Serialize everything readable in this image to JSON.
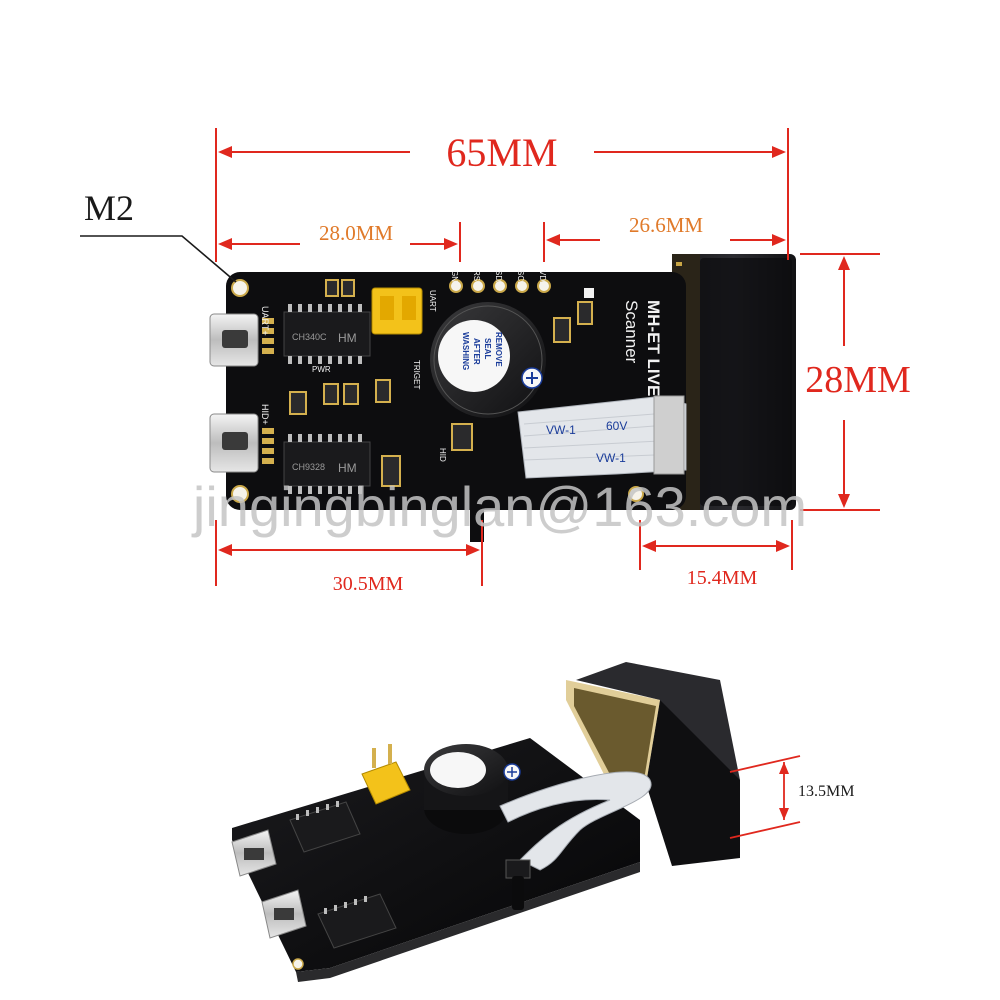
{
  "dimensions": {
    "overall_length": "65MM",
    "left_offset": "28.0MM",
    "right_offset": "26.6MM",
    "height": "28MM",
    "bottom_left": "30.5MM",
    "bottom_right": "15.4MM",
    "side_height": "13.5MM",
    "hole_label": "M2"
  },
  "board": {
    "title_line1": "MH-ET LIVE",
    "title_line2": "Scanner",
    "chip_top": "CH340C",
    "chip_bottom": "CH9328",
    "chip_brand": "HM",
    "port_top_label": "UART+",
    "port_bottom_label": "HID+",
    "header_pins": [
      "GND",
      "RST",
      "SDA",
      "SCL",
      "VDD"
    ],
    "buzzer_text": [
      "REMOVE",
      "SEAL",
      "AFTER",
      "WASHING"
    ],
    "cable_text": [
      "60V",
      "VW-1"
    ],
    "side_labels": [
      "UART",
      "TRIGET",
      "HID",
      "PWR"
    ]
  },
  "watermark": "jingingbinglan@163.com",
  "colors": {
    "dimension_red": "#e0281e",
    "label_orange": "#e07a2a",
    "pcb": "#0d0d0f",
    "jumper": "#f3c21a",
    "silkscreen": "#f2f2f2"
  }
}
